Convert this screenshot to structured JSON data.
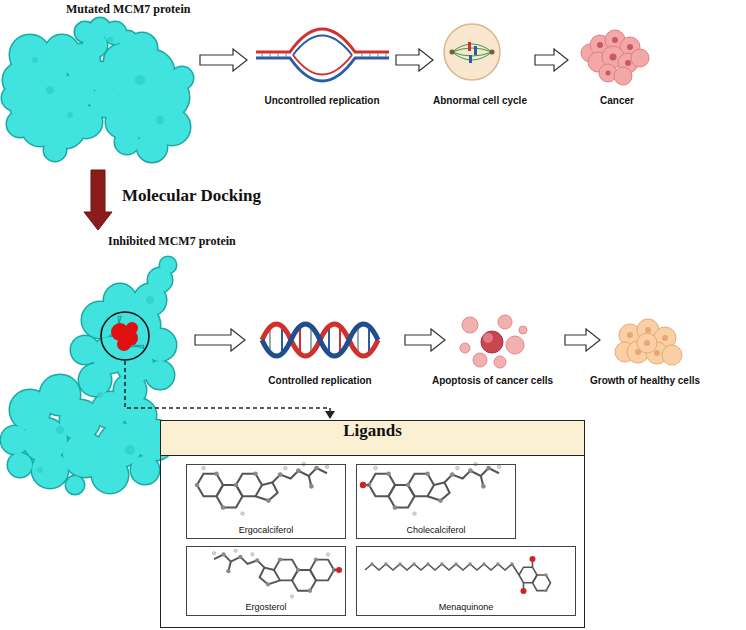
{
  "diagram": {
    "nodes": [
      {
        "text": [
          "Mutated MCM7 protein"
        ]
      },
      {
        "text": [
          "Uncontrolled replication"
        ]
      },
      {
        "text": [
          "Abnormal cell cycle"
        ]
      },
      {
        "text": [
          "Cancer"
        ]
      },
      {
        "text": [
          "Inhibited MCM7 protein"
        ]
      },
      {
        "text": [
          "Controlled replication"
        ]
      },
      {
        "text": [
          "Apoptosis of cancer cells"
        ]
      },
      {
        "text": [
          "Growth of healthy cells"
        ]
      },
      {
        "text": [
          "Ligands"
        ]
      },
      {
        "text": [
          "Ergocalciferol"
        ],
        "in": 8
      },
      {
        "text": [
          "Cholecalciferol"
        ],
        "in": 8
      },
      {
        "text": [
          "Ergosterol"
        ],
        "in": 8
      },
      {
        "text": [
          "Menaquinone"
        ],
        "in": 8
      }
    ],
    "edges": [
      {
        "from": 0,
        "to": 1,
        "arrow": "to"
      },
      {
        "from": 1,
        "to": 2,
        "arrow": "to"
      },
      {
        "from": 2,
        "to": 3,
        "arrow": "to"
      },
      {
        "from": 0,
        "to": 4,
        "label": "Molecular Docking",
        "arrow": "to"
      },
      {
        "from": 4,
        "to": 5,
        "arrow": "to"
      },
      {
        "from": 5,
        "to": 6,
        "arrow": "to"
      },
      {
        "from": 6,
        "to": 7,
        "arrow": "to"
      },
      {
        "from": 4,
        "to": 8,
        "arrow": "to"
      }
    ]
  }
}
